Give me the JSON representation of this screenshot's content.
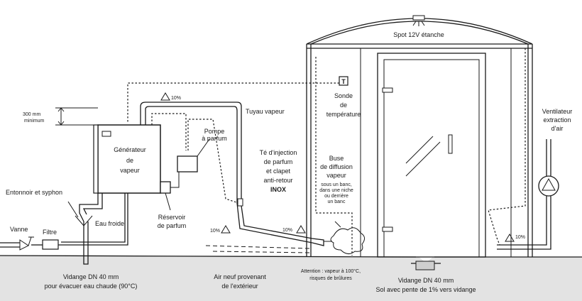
{
  "labels": {
    "spot": "Spot 12V étanche",
    "min_height_value": "300 mm",
    "min_height_word": "minimum",
    "slope_10_top": "10%",
    "generator": [
      "Générateur",
      "de",
      "vapeur"
    ],
    "steam_pipe": "Tuyau vapeur",
    "pump": [
      "Pompe",
      "à parfum"
    ],
    "sensor_mark": "T",
    "sensor": [
      "Sonde",
      "de",
      "température"
    ],
    "injection_tee": [
      "Té d'injection",
      "de parfum",
      "et clapet",
      "anti-retour"
    ],
    "inox": "INOX",
    "nozzle": [
      "Buse",
      "de diffusion",
      "vapeur"
    ],
    "nozzle_note": [
      "sous un banc,",
      "dans une niche",
      "ou derrière",
      "un banc"
    ],
    "fan": [
      "Ventilateur",
      "extraction",
      "d'air"
    ],
    "funnel": "Entonnoir et syphon",
    "valve": "Vanne",
    "filter": "Filtre",
    "cold_water": "Eau froide",
    "reservoir": [
      "Réservoir",
      "de parfum"
    ],
    "slope_10_left": "10%",
    "slope_10_mid": "10%",
    "slope_10_right": "10%",
    "drain_left": [
      "Vidange DN 40 mm",
      "pour évacuer eau chaude (90°C)"
    ],
    "fresh_air": [
      "Air neuf provenant",
      "de l'extérieur"
    ],
    "warning": [
      "Attention : vapeur à 100°C,",
      "risques de brûlures"
    ],
    "drain_right": [
      "Vidange DN 40 mm",
      "Sol avec pente de 1% vers vidange"
    ]
  },
  "icons": [
    "triangle-slope-icon",
    "fan-icon",
    "valve-icon",
    "hinge-icon",
    "spot-icon"
  ]
}
